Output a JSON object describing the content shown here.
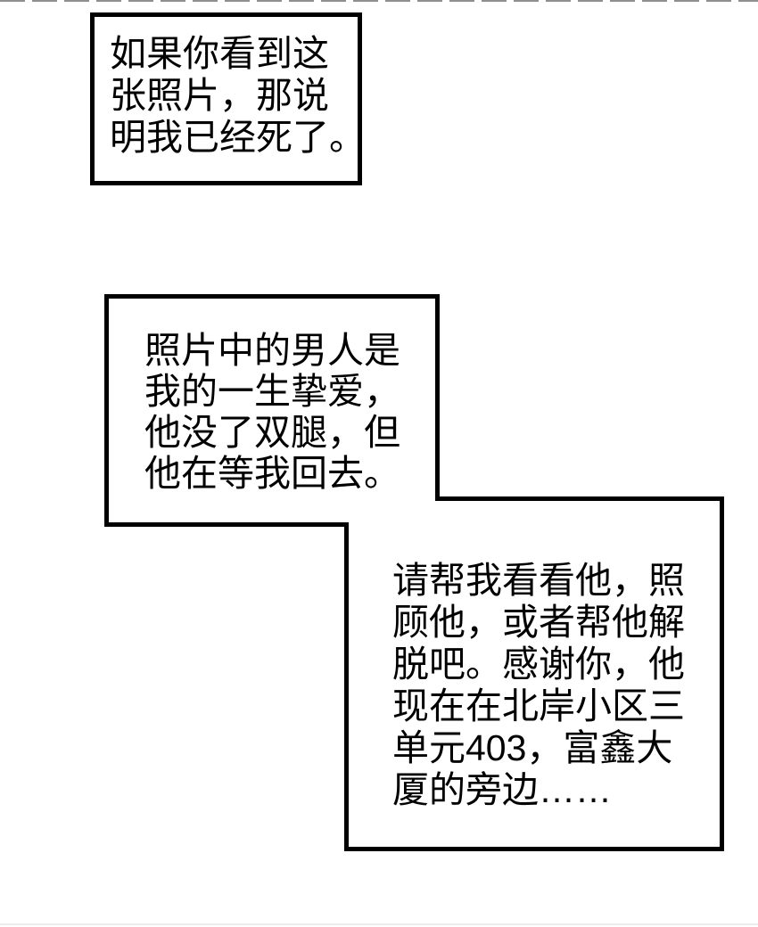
{
  "page": {
    "type": "comic-panel-page",
    "language": "zh-CN",
    "background": "#ffffff"
  },
  "colors": {
    "panel_border": "#000000",
    "panel_fill": "#ffffff",
    "text": "#000000",
    "top_edge_dash": "#8f8f8f",
    "bottom_edge_line": "#ededed"
  },
  "speech_boxes": {
    "box1": {
      "text": "如果你看到这\n张照片，那说\n明我已经死了。"
    },
    "box2": {
      "text": "照片中的男人是\n我的一生挚爱，\n他没了双腿，但\n他在等我回去。"
    },
    "box3": {
      "text": "请帮我看看他，照\n顾他，或者帮他解\n脱吧。感谢你，他\n现在在北岸小区三\n单元403，富鑫大\n厦的旁边……"
    }
  }
}
